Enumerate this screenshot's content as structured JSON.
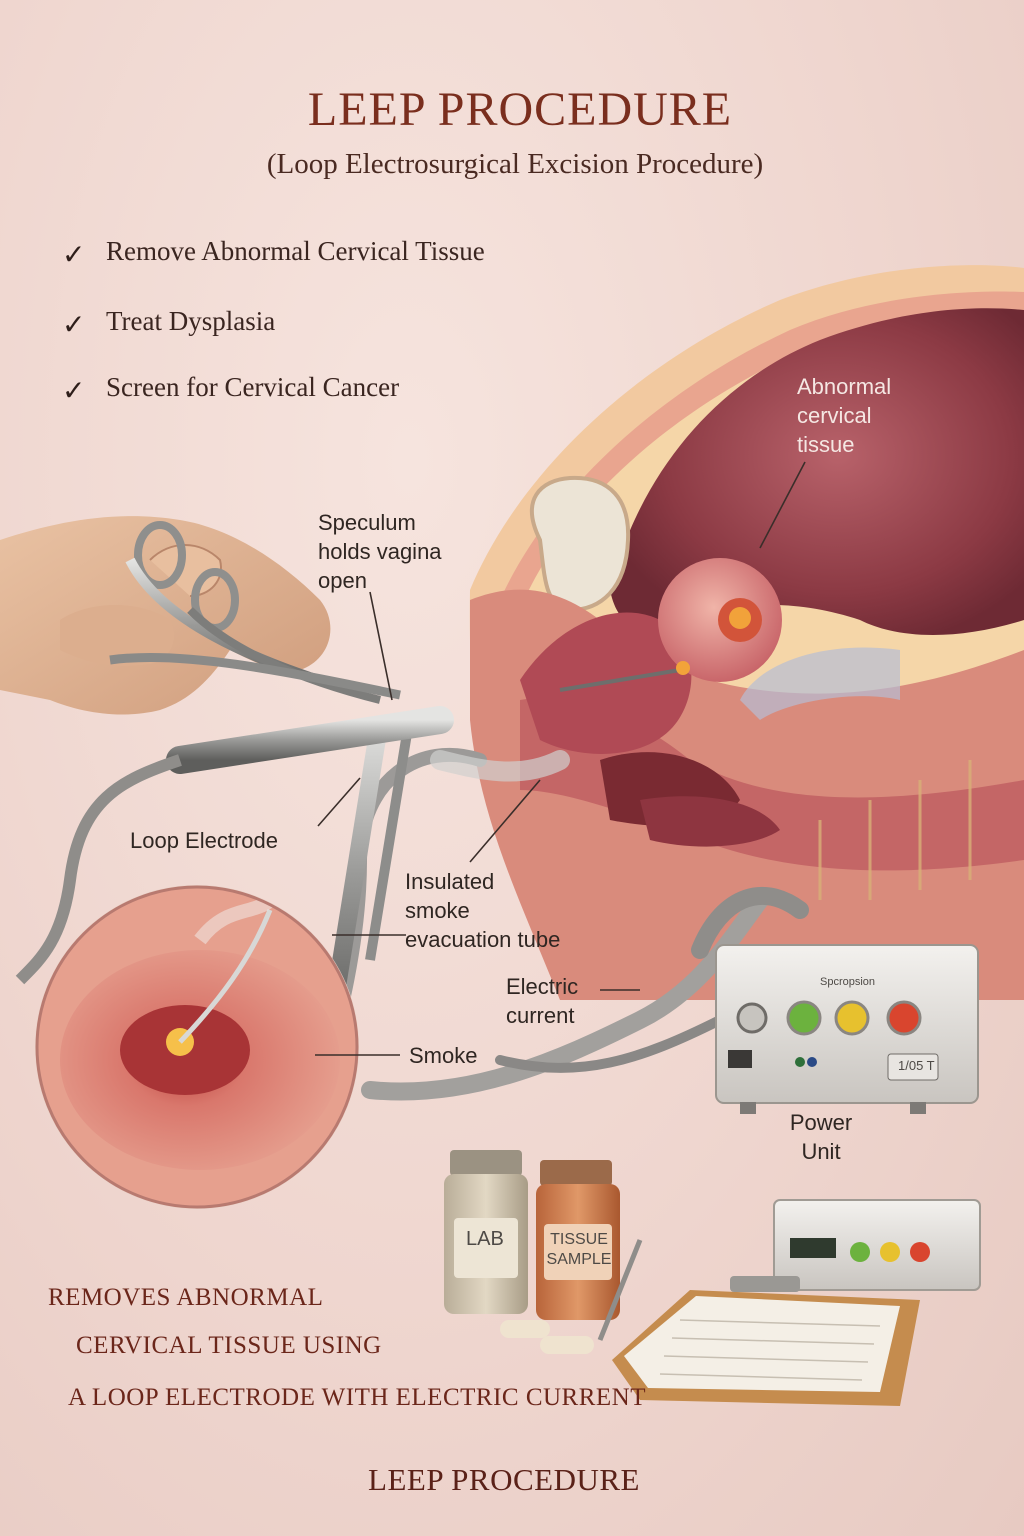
{
  "title": "LEEP PROCEDURE",
  "subtitle": "(Loop Electrosurgical Excision Procedure)",
  "checklist": [
    {
      "mark": "✓",
      "text": "Remove Abnormal Cervical Tissue"
    },
    {
      "mark": "✓",
      "text": "Treat Dysplasia"
    },
    {
      "mark": "✓",
      "text": "Screen for Cervical Cancer"
    }
  ],
  "labels": {
    "abnormal_tissue": [
      "Abnormal",
      "cervical",
      "tissue"
    ],
    "speculum": [
      "Speculum",
      "holds vagina",
      "open"
    ],
    "loop_electrode": "Loop Electrode",
    "smoke_tube": [
      "Insulated",
      "smoke",
      "evacuation tube"
    ],
    "electric_current": [
      "Electric",
      "current"
    ],
    "smoke": "Smoke",
    "power_unit": [
      "Power",
      "Unit"
    ]
  },
  "device_text": {
    "jar_lab": "LAB",
    "jar_tissue": [
      "TISSUE",
      "SAMPLE"
    ],
    "unit_brand": "Spcropsion",
    "unit_button": "1/05 T"
  },
  "summary": [
    "REMOVES ABNORMAL",
    "CERVICAL TISSUE USING",
    "A LOOP ELECTRODE WITH ELECTRIC CURRENT"
  ],
  "footer": "LEEP PROCEDURE"
}
